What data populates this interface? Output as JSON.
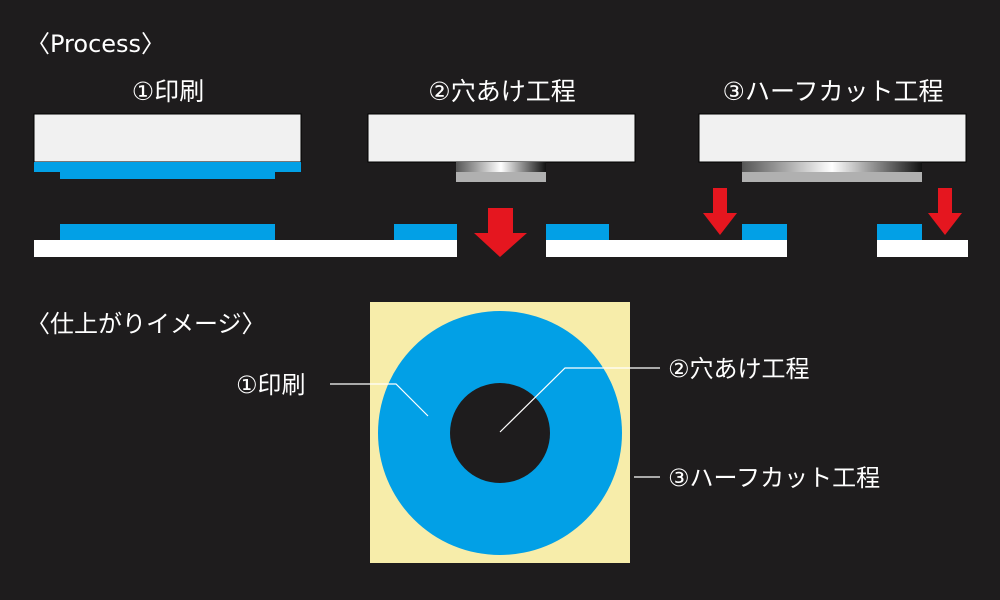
{
  "process": {
    "title": "〈Process〉",
    "steps": [
      {
        "label": "①印刷"
      },
      {
        "label": "②穴あけ工程"
      },
      {
        "label": "③ハーフカット工程"
      }
    ]
  },
  "finish": {
    "title": "〈仕上がりイメージ〉",
    "labels": {
      "print": "①印刷",
      "punch": "②穴あけ工程",
      "halfcut": "③ハーフカット工程"
    }
  },
  "colors": {
    "background": "#1e1c1d",
    "ink_blue": "#02a0e6",
    "plate": "#f1f1f1",
    "sheet": "#ffffff",
    "arrow_red": "#e5161f",
    "liner_yellow": "#f7edaa",
    "blade_grey": "#b0b0b0"
  }
}
